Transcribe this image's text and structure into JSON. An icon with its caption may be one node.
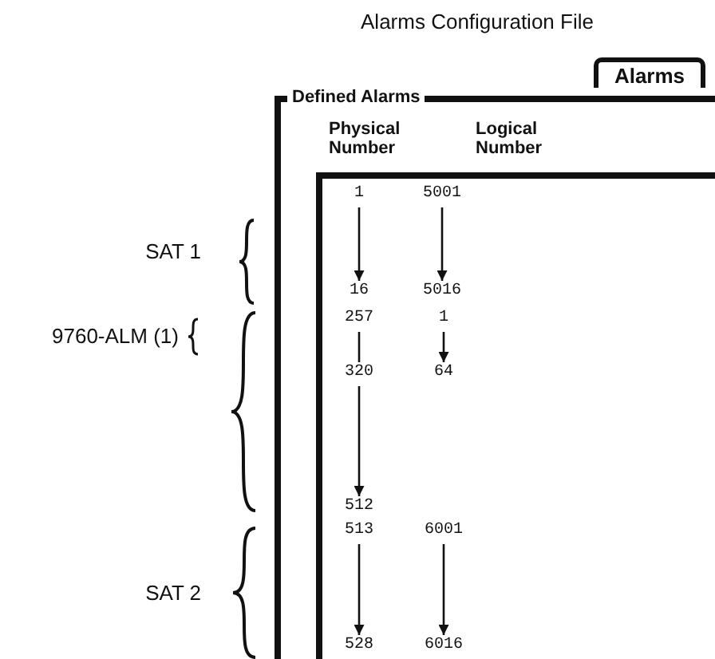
{
  "diagram": {
    "title": "Alarms Configuration File",
    "nodes": [
      {
        "text": [
          "Alarms"
        ]
      },
      {
        "text": [
          "Defined Alarms"
        ]
      },
      {
        "text": [
          "1"
        ],
        "in": 1
      },
      {
        "text": [
          "5001"
        ],
        "in": 1
      },
      {
        "text": [
          "16"
        ],
        "in": 1
      },
      {
        "text": [
          "5016"
        ],
        "in": 1
      },
      {
        "text": [
          "257"
        ],
        "in": 1
      },
      {
        "text": [
          "1"
        ],
        "in": 1
      },
      {
        "text": [
          "320"
        ],
        "in": 1
      },
      {
        "text": [
          "64"
        ],
        "in": 1
      },
      {
        "text": [
          "512"
        ],
        "in": 1
      },
      {
        "text": [
          "513"
        ],
        "in": 1
      },
      {
        "text": [
          "6001"
        ],
        "in": 1
      },
      {
        "text": [
          "528"
        ],
        "in": 1
      },
      {
        "text": [
          "6016"
        ],
        "in": 1
      }
    ],
    "edges": [
      {
        "from": 2,
        "to": 4,
        "arrow": "to"
      },
      {
        "from": 3,
        "to": 5,
        "arrow": "to"
      },
      {
        "from": 6,
        "to": 8,
        "arrow": "none"
      },
      {
        "from": 7,
        "to": 9,
        "arrow": "to"
      },
      {
        "from": 8,
        "to": 10,
        "arrow": "to"
      },
      {
        "from": 11,
        "to": 13,
        "arrow": "to"
      },
      {
        "from": 12,
        "to": 14,
        "arrow": "to"
      }
    ],
    "labels": [
      "Physical Number",
      "Logical Number",
      "SAT 1",
      "9760-ALM (1)",
      "SAT 2"
    ]
  }
}
